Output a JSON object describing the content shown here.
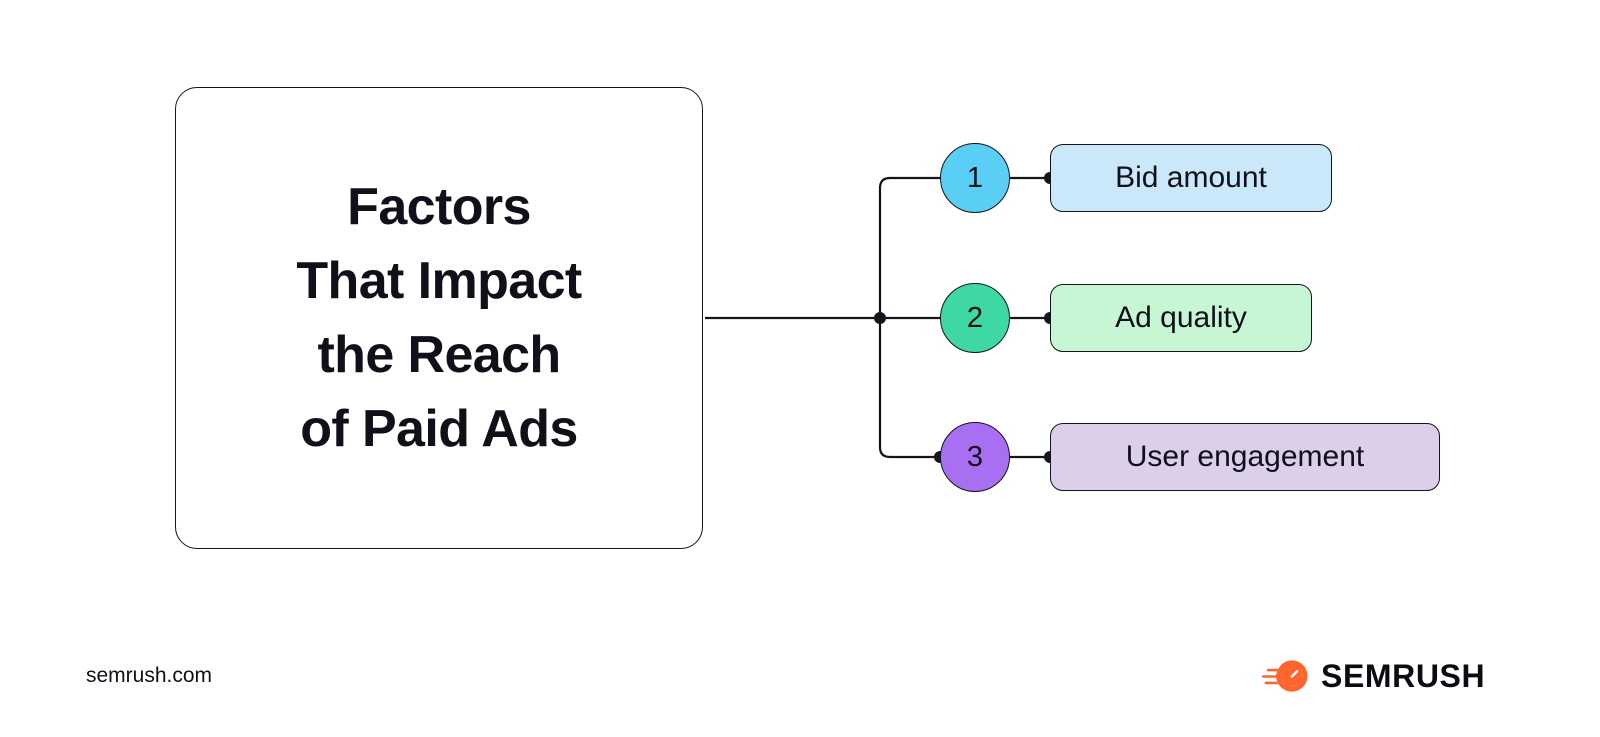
{
  "diagram": {
    "title": "Factors\nThat Impact\nthe Reach\nof Paid Ads",
    "nodes": [
      {
        "number": "1",
        "label": "Bid amount",
        "circle_color": "#5BCEF5",
        "pill_color": "#CBE8FA"
      },
      {
        "number": "2",
        "label": "Ad quality",
        "circle_color": "#3ED9A3",
        "pill_color": "#C6F6D3"
      },
      {
        "number": "3",
        "label": "User engagement",
        "circle_color": "#A96FF3",
        "pill_color": "#DCCFEA"
      }
    ]
  },
  "footer": {
    "url": "semrush.com",
    "brand": "SEMRUSH",
    "brand_color": "#FF642D"
  }
}
